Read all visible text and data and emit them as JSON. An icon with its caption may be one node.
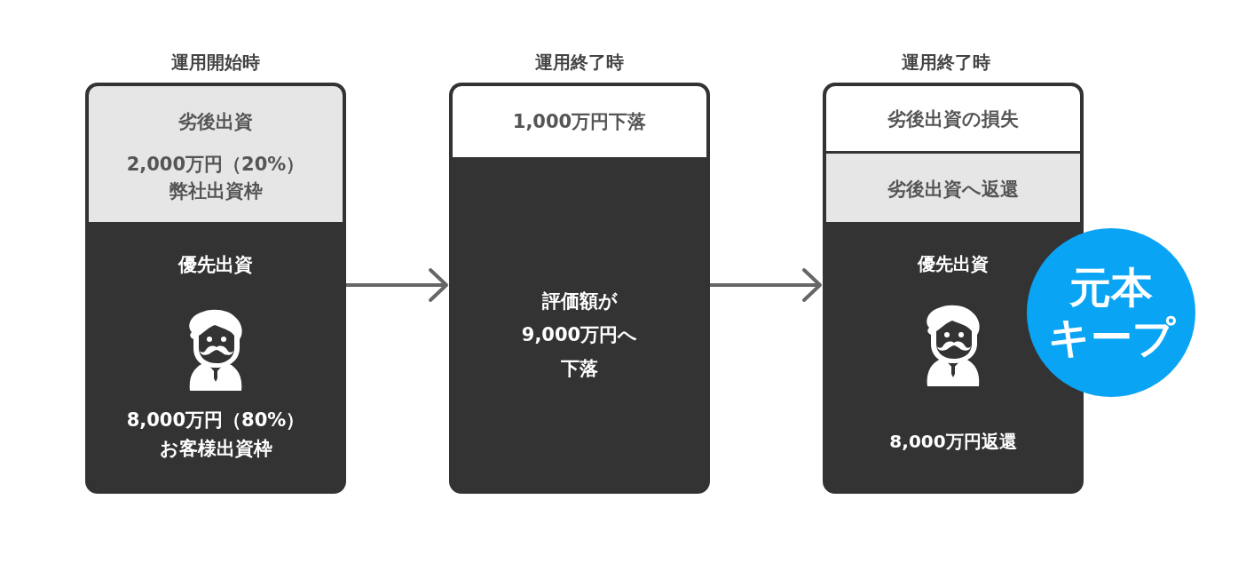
{
  "diagram": {
    "nodes": [
      {
        "text": [],
        "shape": "box"
      },
      {
        "text": [
          "劣後出資",
          "2,000万円（20%）",
          "弊社出資枠"
        ],
        "in": 0
      },
      {
        "text": [
          "優先出資",
          "8,000万円（80%）",
          "お客様出資枠"
        ],
        "in": 0
      },
      {
        "text": [],
        "shape": "box"
      },
      {
        "text": [
          "1,000万円下落"
        ],
        "in": 3
      },
      {
        "text": [
          "評価額が9,000万円へ下落"
        ],
        "in": 3
      },
      {
        "text": [],
        "shape": "box"
      },
      {
        "text": [
          "劣後出資の損失"
        ],
        "in": 6
      },
      {
        "text": [
          "劣後出資へ返還"
        ],
        "in": 6
      },
      {
        "text": [
          "優先出資",
          "8,000万円返還"
        ],
        "in": 6
      },
      {
        "text": [
          "元本",
          "キープ"
        ]
      }
    ],
    "edges": [
      {
        "from": 0,
        "to": 3,
        "arrow": "to"
      },
      {
        "from": 3,
        "to": 6,
        "arrow": "to"
      }
    ],
    "labels": [
      "運用開始時",
      "運用終了時",
      "運用終了時"
    ]
  }
}
